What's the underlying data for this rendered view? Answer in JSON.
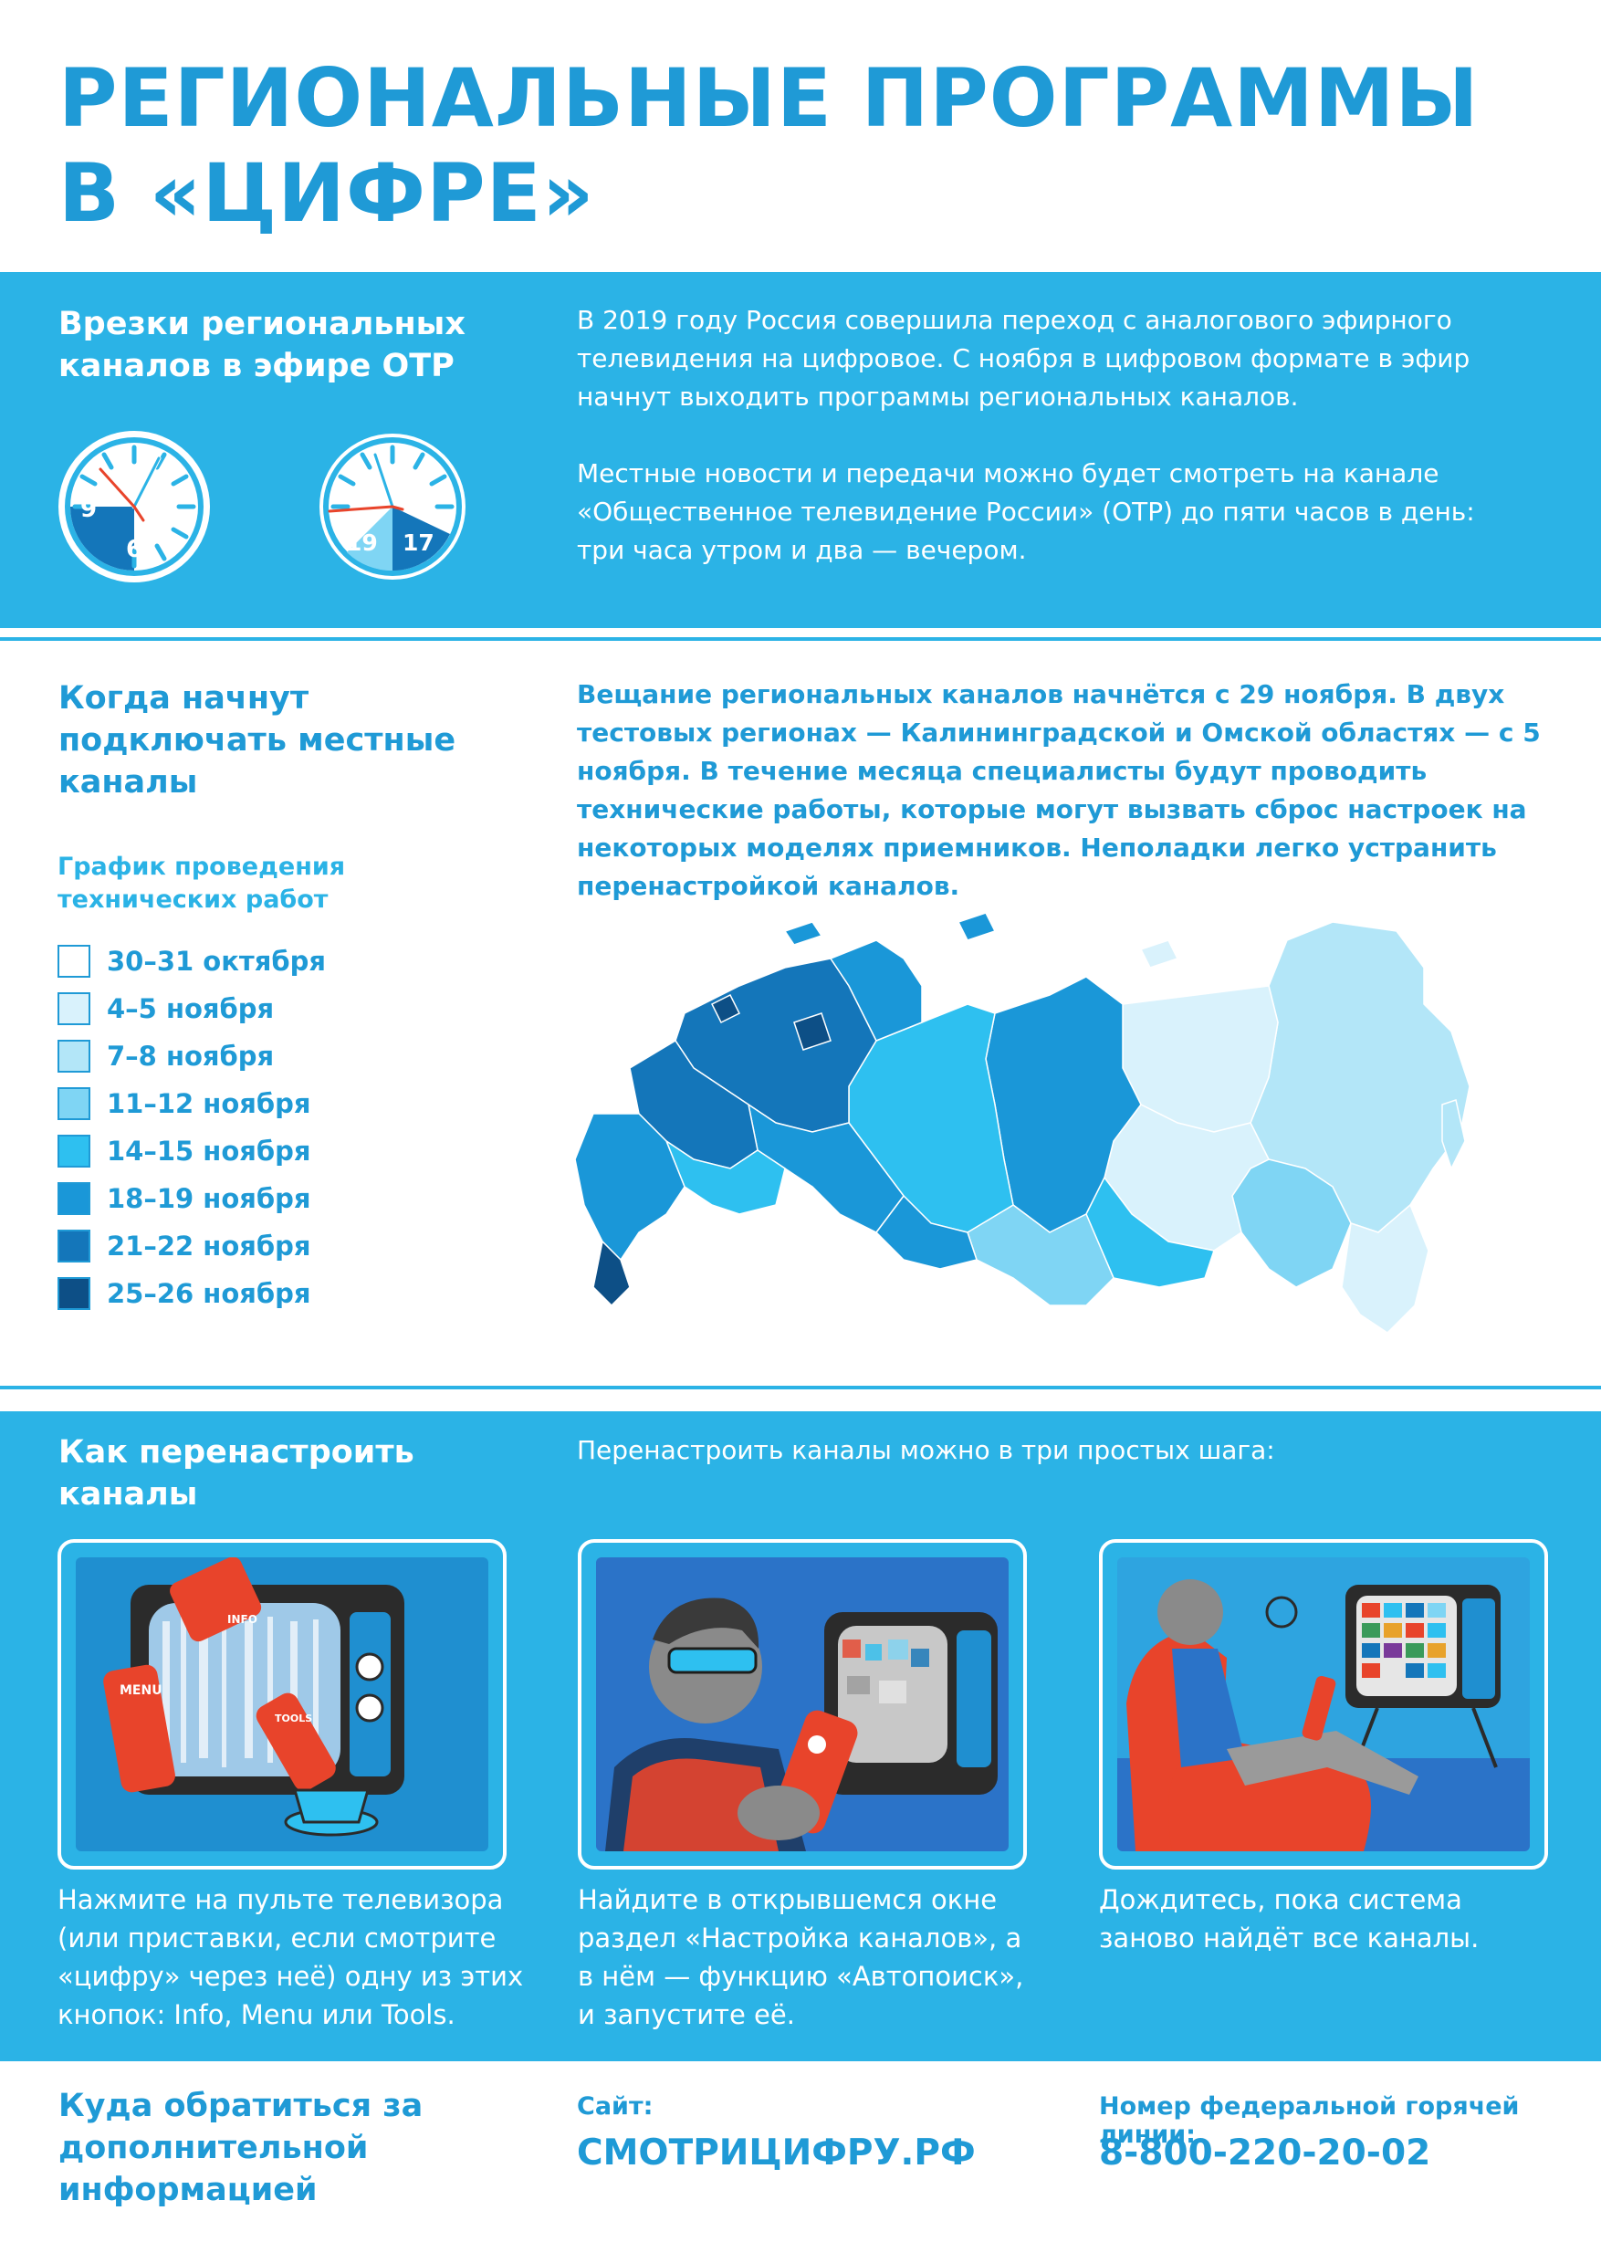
{
  "title": {
    "line1": "РЕГИОНАЛЬНЫЕ ПРОГРАММЫ",
    "line2": "В «ЦИФРЕ»"
  },
  "section_inserts": {
    "heading": "Врезки региональных каналов в эфире ОТР",
    "paragraph1": "В 2019 году Россия совершила переход с аналогового эфирного телевидения на цифровое. С ноября в цифровом формате в эфир начнут выходить программы региональных каналов.",
    "paragraph2": "Местные новости и передачи можно будет смотреть на канале «Общественное телевидение России» (ОТР) до пяти часов в день: три часа утром и два — вечером.",
    "clock1": {
      "label_a": "9",
      "label_b": "6"
    },
    "clock2": {
      "label_a": "19",
      "label_b": "17"
    }
  },
  "section_schedule": {
    "heading": "Когда начнут подключать местные каналы",
    "paragraph": "Вещание региональных каналов начнётся с 29 ноября. В двух тестовых регионах — Калининградской и Омской областях — с 5 ноября. В течение месяца специалисты будут проводить технические работы, которые могут вызвать сброс настроек на некоторых моделях приемников. Неполадки легко устранить перенастройкой каналов.",
    "legend_title": "График проведения технических работ",
    "legend": [
      {
        "label": "30–31 октября",
        "color": "#ffffff"
      },
      {
        "label": "4–5 ноября",
        "color": "#d9f2fc"
      },
      {
        "label": "7–8 ноября",
        "color": "#b3e6f8"
      },
      {
        "label": "11–12 ноября",
        "color": "#7fd5f4"
      },
      {
        "label": "14–15 ноября",
        "color": "#2ec0f0"
      },
      {
        "label": "18–19 ноября",
        "color": "#1a97d8"
      },
      {
        "label": "21–22 ноября",
        "color": "#1476ba"
      },
      {
        "label": "25–26 ноября",
        "color": "#0d4f86"
      }
    ]
  },
  "section_retune": {
    "heading": "Как перенастроить каналы",
    "intro": "Перенастроить каналы можно в три простых шага:",
    "steps": [
      {
        "text": "Нажмите на пульте телевизора (или приставки, если смотрите «цифру» через неё) одну из этих кнопок: Info, Menu или Tools.",
        "remote_labels": [
          "MENU",
          "INFO",
          "TOOLS"
        ]
      },
      {
        "text": "Найдите в открывшемся окне раздел «Настройка каналов», а в нём — функцию «Автопоиск», и запустите её."
      },
      {
        "text": "Дождитесь, пока система заново найдёт все каналы."
      }
    ]
  },
  "footer": {
    "heading": "Куда обратиться за дополнительной информацией",
    "site_label": "Сайт:",
    "site_value": "СМОТРИЦИФРУ.РФ",
    "phone_label": "Номер федеральной горячей линии:",
    "phone_value": "8-800-220-20-02"
  },
  "colors": {
    "brand_blue": "#1f9ad6",
    "band_blue": "#2bb3e6",
    "accent_red": "#e8442b"
  }
}
